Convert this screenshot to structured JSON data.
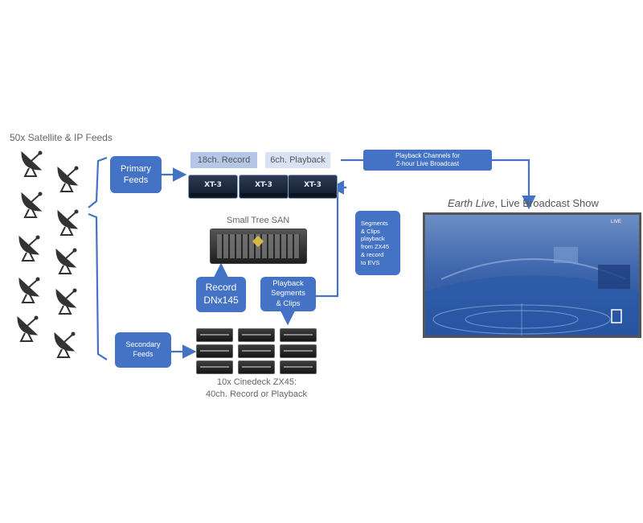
{
  "labels": {
    "feeds_title": "50x Satellite & IP Feeds",
    "record_18ch": "18ch. Record",
    "playback_6ch": "6ch. Playback",
    "playback_channels": "Playback Channels for\n2-hour Live Broadcast",
    "show_title_italic": "Earth Live",
    "show_title_rest": ", Live Broadcast Show",
    "small_tree_san": "Small Tree SAN",
    "segments_clips": "Segments\n& Clips\nplayback\nfrom ZX45\n& record\nto EVS",
    "primary_feeds": "Primary\nFeeds",
    "secondary_feeds": "Secondary\nFeeds",
    "record_dnx": "Record\nDNx145",
    "playback_segments": "Playback\nSegments\n& Clips",
    "cinedeck_line1": "10x Cinedeck ZX45:",
    "cinedeck_line2": "40ch. Record or Playback",
    "xt3_label": "XT-3",
    "live_badge": "LIVE"
  },
  "colors": {
    "accent": "#4472c4",
    "pale": "#b4c7e7",
    "paler": "#dae3f3",
    "arrow": "#4472c4"
  },
  "icons": {
    "dish": "satellite-dish-icon",
    "server": "xt3-server-icon",
    "san": "san-storage-icon",
    "recorder": "cinedeck-recorder-icon"
  }
}
